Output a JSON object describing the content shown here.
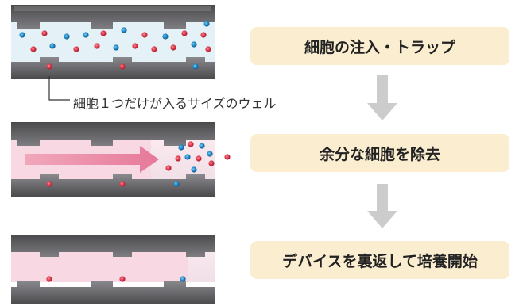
{
  "steps": [
    {
      "label": "細胞の注入・トラップ"
    },
    {
      "label": "余分な細胞を除去"
    },
    {
      "label": "デバイスを裏返して培養開始"
    }
  ],
  "annotation": {
    "text": "細胞１つだけが入るサイズのウェル"
  },
  "colors": {
    "label_bg": "#fbeed0",
    "wall_gray": "#6d6d70",
    "channel_blue": "#e4f1f7",
    "channel_pink": "#f8d8e2",
    "flow_arrow": "#e8839f",
    "cell_red": "#d9374a",
    "cell_blue": "#1c86c3",
    "step_arrow": "#cccccc"
  },
  "icons": {
    "flow": "right-arrow-icon",
    "step_transition": "down-arrow-icon"
  }
}
